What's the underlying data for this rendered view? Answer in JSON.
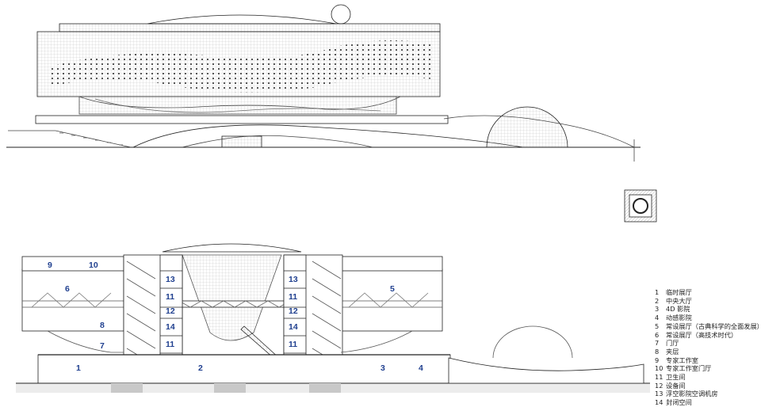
{
  "section_labels": {
    "left_wing_top_a": "9",
    "left_wing_top_b": "10",
    "left_wing": "6",
    "right_wing": "5",
    "left_core_mid": "8",
    "left_core_low": "7",
    "left_podium": "1",
    "centre_hall": "2",
    "right_podium_a": "3",
    "right_podium_b": "4",
    "left_tower": [
      "13",
      "11",
      "12",
      "14",
      "11"
    ],
    "right_tower": [
      "13",
      "11",
      "12",
      "14",
      "11"
    ]
  },
  "legend": [
    {
      "num": "1",
      "text": "临时展厅"
    },
    {
      "num": "2",
      "text": "中央大厅"
    },
    {
      "num": "3",
      "text": "4D 影院"
    },
    {
      "num": "4",
      "text": "动感影院"
    },
    {
      "num": "5",
      "text": "常设展厅（古典科学的全面发展）"
    },
    {
      "num": "6",
      "text": "常设展厅（高技术时代）"
    },
    {
      "num": "7",
      "text": "门厅"
    },
    {
      "num": "8",
      "text": "夹层"
    },
    {
      "num": "9",
      "text": "专家工作室"
    },
    {
      "num": "10",
      "text": "专家工作室门厅"
    },
    {
      "num": "11",
      "text": "卫生间"
    },
    {
      "num": "12",
      "text": "设备间"
    },
    {
      "num": "13",
      "text": "浮空影院空调机房"
    },
    {
      "num": "14",
      "text": "封闭空间"
    }
  ],
  "colors": {
    "line": "#222222",
    "label": "#1f3f8f",
    "grid": "#9a9a9a",
    "ground": "#d6d6d6"
  }
}
